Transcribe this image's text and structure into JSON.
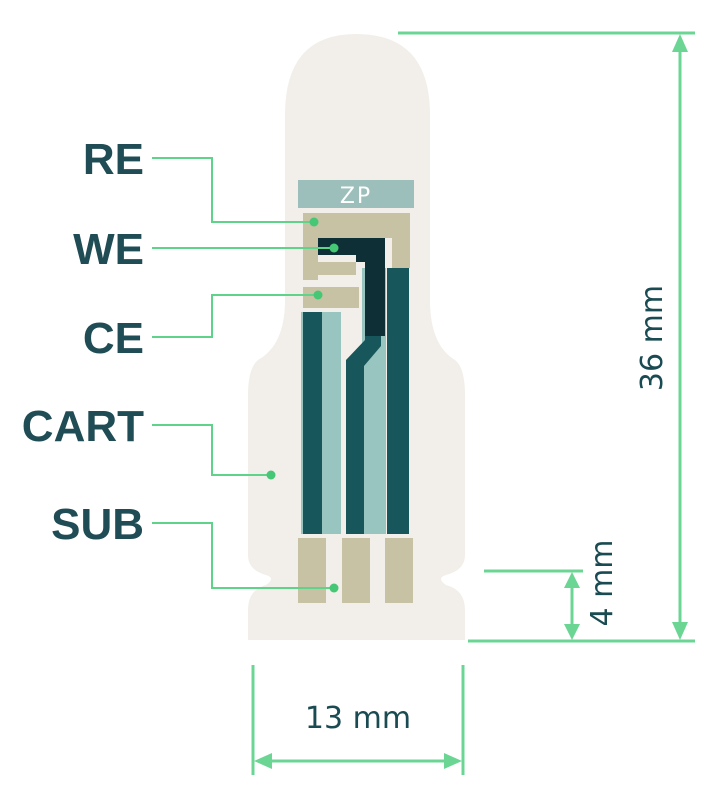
{
  "labels": {
    "re": "RE",
    "we": "WE",
    "ce": "CE",
    "cart": "CART",
    "sub": "SUB"
  },
  "logo_text": "ZP",
  "dimensions": {
    "height_total": "36 mm",
    "contact_height": "4 mm",
    "width": "13 mm"
  },
  "colors": {
    "substrate": "#f2efea",
    "electrode_tan": "#c7c2a4",
    "track_dark": "#17575b",
    "track_light": "#99c5c0",
    "we_dark": "#0f2f37",
    "logo_bar": "#9cbfbb",
    "accent_green": "#5fd38a"
  }
}
